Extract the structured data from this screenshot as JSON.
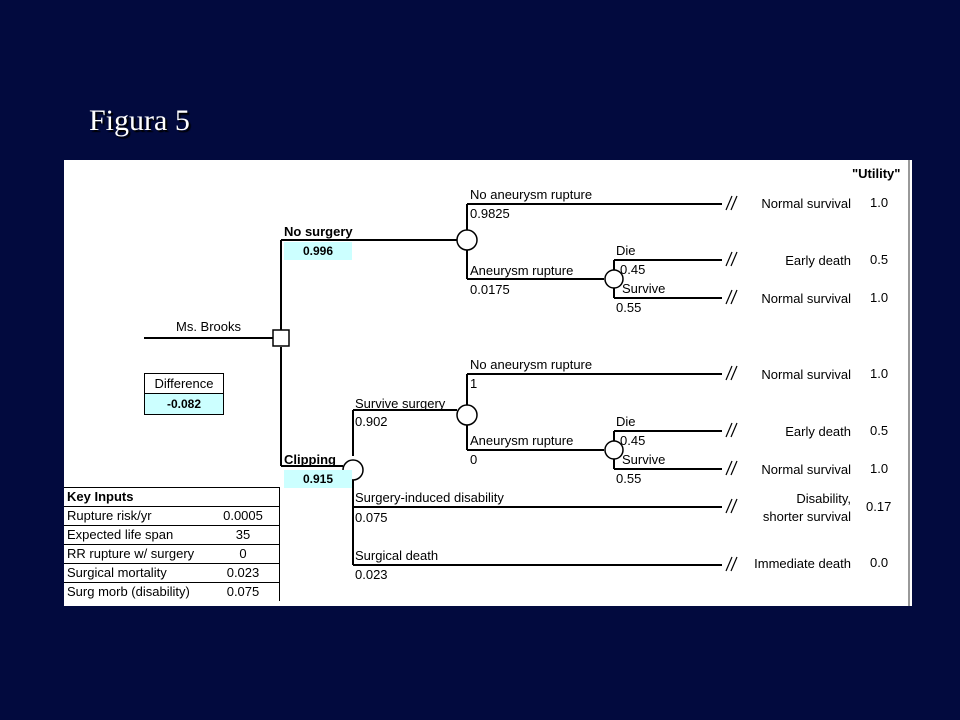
{
  "title": "Figura 5",
  "header_utility": "\"Utility\"",
  "root": {
    "label": "Ms. Brooks"
  },
  "difference": {
    "label": "Difference",
    "value": "-0.082"
  },
  "no_surgery": {
    "label": "No surgery",
    "value": "0.996",
    "no_rupture": {
      "label": "No aneurysm rupture",
      "prob": "0.9825",
      "outcome": "Normal survival",
      "utility": "1.0"
    },
    "rupture": {
      "label": "Aneurysm rupture",
      "prob": "0.0175",
      "die": {
        "label": "Die",
        "prob": "0.45",
        "outcome": "Early death",
        "utility": "0.5"
      },
      "survive": {
        "label": "Survive",
        "prob": "0.55",
        "outcome": "Normal survival",
        "utility": "1.0"
      }
    }
  },
  "clipping": {
    "label": "Clipping",
    "value": "0.915",
    "survive_surgery": {
      "label": "Survive surgery",
      "prob": "0.902",
      "no_rupture": {
        "label": "No aneurysm rupture",
        "prob": "1",
        "outcome": "Normal survival",
        "utility": "1.0"
      },
      "rupture": {
        "label": "Aneurysm rupture",
        "prob": "0",
        "die": {
          "label": "Die",
          "prob": "0.45",
          "outcome": "Early death",
          "utility": "0.5"
        },
        "survive": {
          "label": "Survive",
          "prob": "0.55",
          "outcome": "Normal survival",
          "utility": "1.0"
        }
      }
    },
    "disability": {
      "label": "Surgery-induced disability",
      "prob": "0.075",
      "outcome_line1": "Disability,",
      "outcome_line2": "shorter survival",
      "utility": "0.17"
    },
    "surgical_death": {
      "label": "Surgical death",
      "prob": "0.023",
      "outcome": "Immediate death",
      "utility": "0.0"
    }
  },
  "key_inputs": {
    "header": "Key Inputs",
    "rows": [
      {
        "name": "Rupture risk/yr",
        "value": "0.0005"
      },
      {
        "name": "Expected life span",
        "value": "35"
      },
      {
        "name": "RR rupture w/ surgery",
        "value": "0"
      },
      {
        "name": "Surgical mortality",
        "value": "0.023"
      },
      {
        "name": "Surg morb (disability)",
        "value": "0.075"
      }
    ]
  },
  "colors": {
    "background": "#020a3e",
    "panel": "#ffffff",
    "highlight": "#ccffff"
  }
}
